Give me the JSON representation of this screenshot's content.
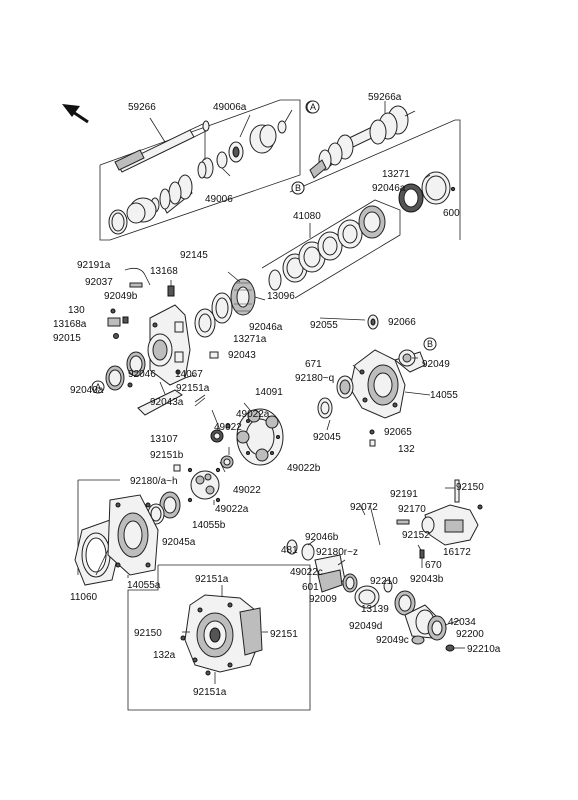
{
  "diagram": {
    "circle_refs": {
      "a": "A",
      "b": "B"
    },
    "labels": {
      "p59266": "59266",
      "p49006a": "49006a",
      "p59266a": "59266a",
      "p49006": "49006",
      "p13271": "13271",
      "p92046a": "92046a",
      "p600": "600",
      "p41080": "41080",
      "p92145": "92145",
      "p92191a": "92191a",
      "p13168": "13168",
      "p92037": "92037",
      "p92049b": "92049b",
      "p13096": "13096",
      "p130": "130",
      "p13168a": "13168a",
      "p92046a_2": "92046a",
      "p92055": "92055",
      "p92066": "92066",
      "p92015": "92015",
      "p13271a": "13271a",
      "p92043": "92043",
      "p671": "671",
      "p92049": "92049",
      "p92180q": "92180~q",
      "p92046": "92046",
      "p14067": "14067",
      "p14055": "14055",
      "p92049a": "92049a",
      "p92151a": "92151a",
      "p14091": "14091",
      "p92043a": "92043a",
      "p49022a": "49022a",
      "p13107": "13107",
      "p49022": "49022",
      "p92045": "92045",
      "p92065": "92065",
      "p92151b": "92151b",
      "p132": "132",
      "p49022b": "49022b",
      "p92180h": "92180/a~h",
      "p49022_2": "49022",
      "p92191": "92191",
      "p92150": "92150",
      "p92072": "92072",
      "p49022a_2": "49022a",
      "p14055b": "14055b",
      "p92170": "92170",
      "p92152": "92152",
      "p92045a": "92045a",
      "p92046b": "92046b",
      "p16172": "16172",
      "p481": "481",
      "p92180z": "92180r~z",
      "p670": "670",
      "p11060": "11060",
      "p14055a": "14055a",
      "p49022c": "49022c",
      "p601": "601",
      "p92210": "92210",
      "p92043b": "92043b",
      "p92009": "92009",
      "p13139": "13139",
      "p42034": "42034",
      "p92049d": "92049d",
      "p92200": "92200",
      "p92049c": "92049c",
      "p92210a": "92210a",
      "p92151a_top": "92151a",
      "p92150_inset": "92150",
      "p92151_inset": "92151",
      "p132a": "132a",
      "p92151a_bottom": "92151a"
    }
  }
}
